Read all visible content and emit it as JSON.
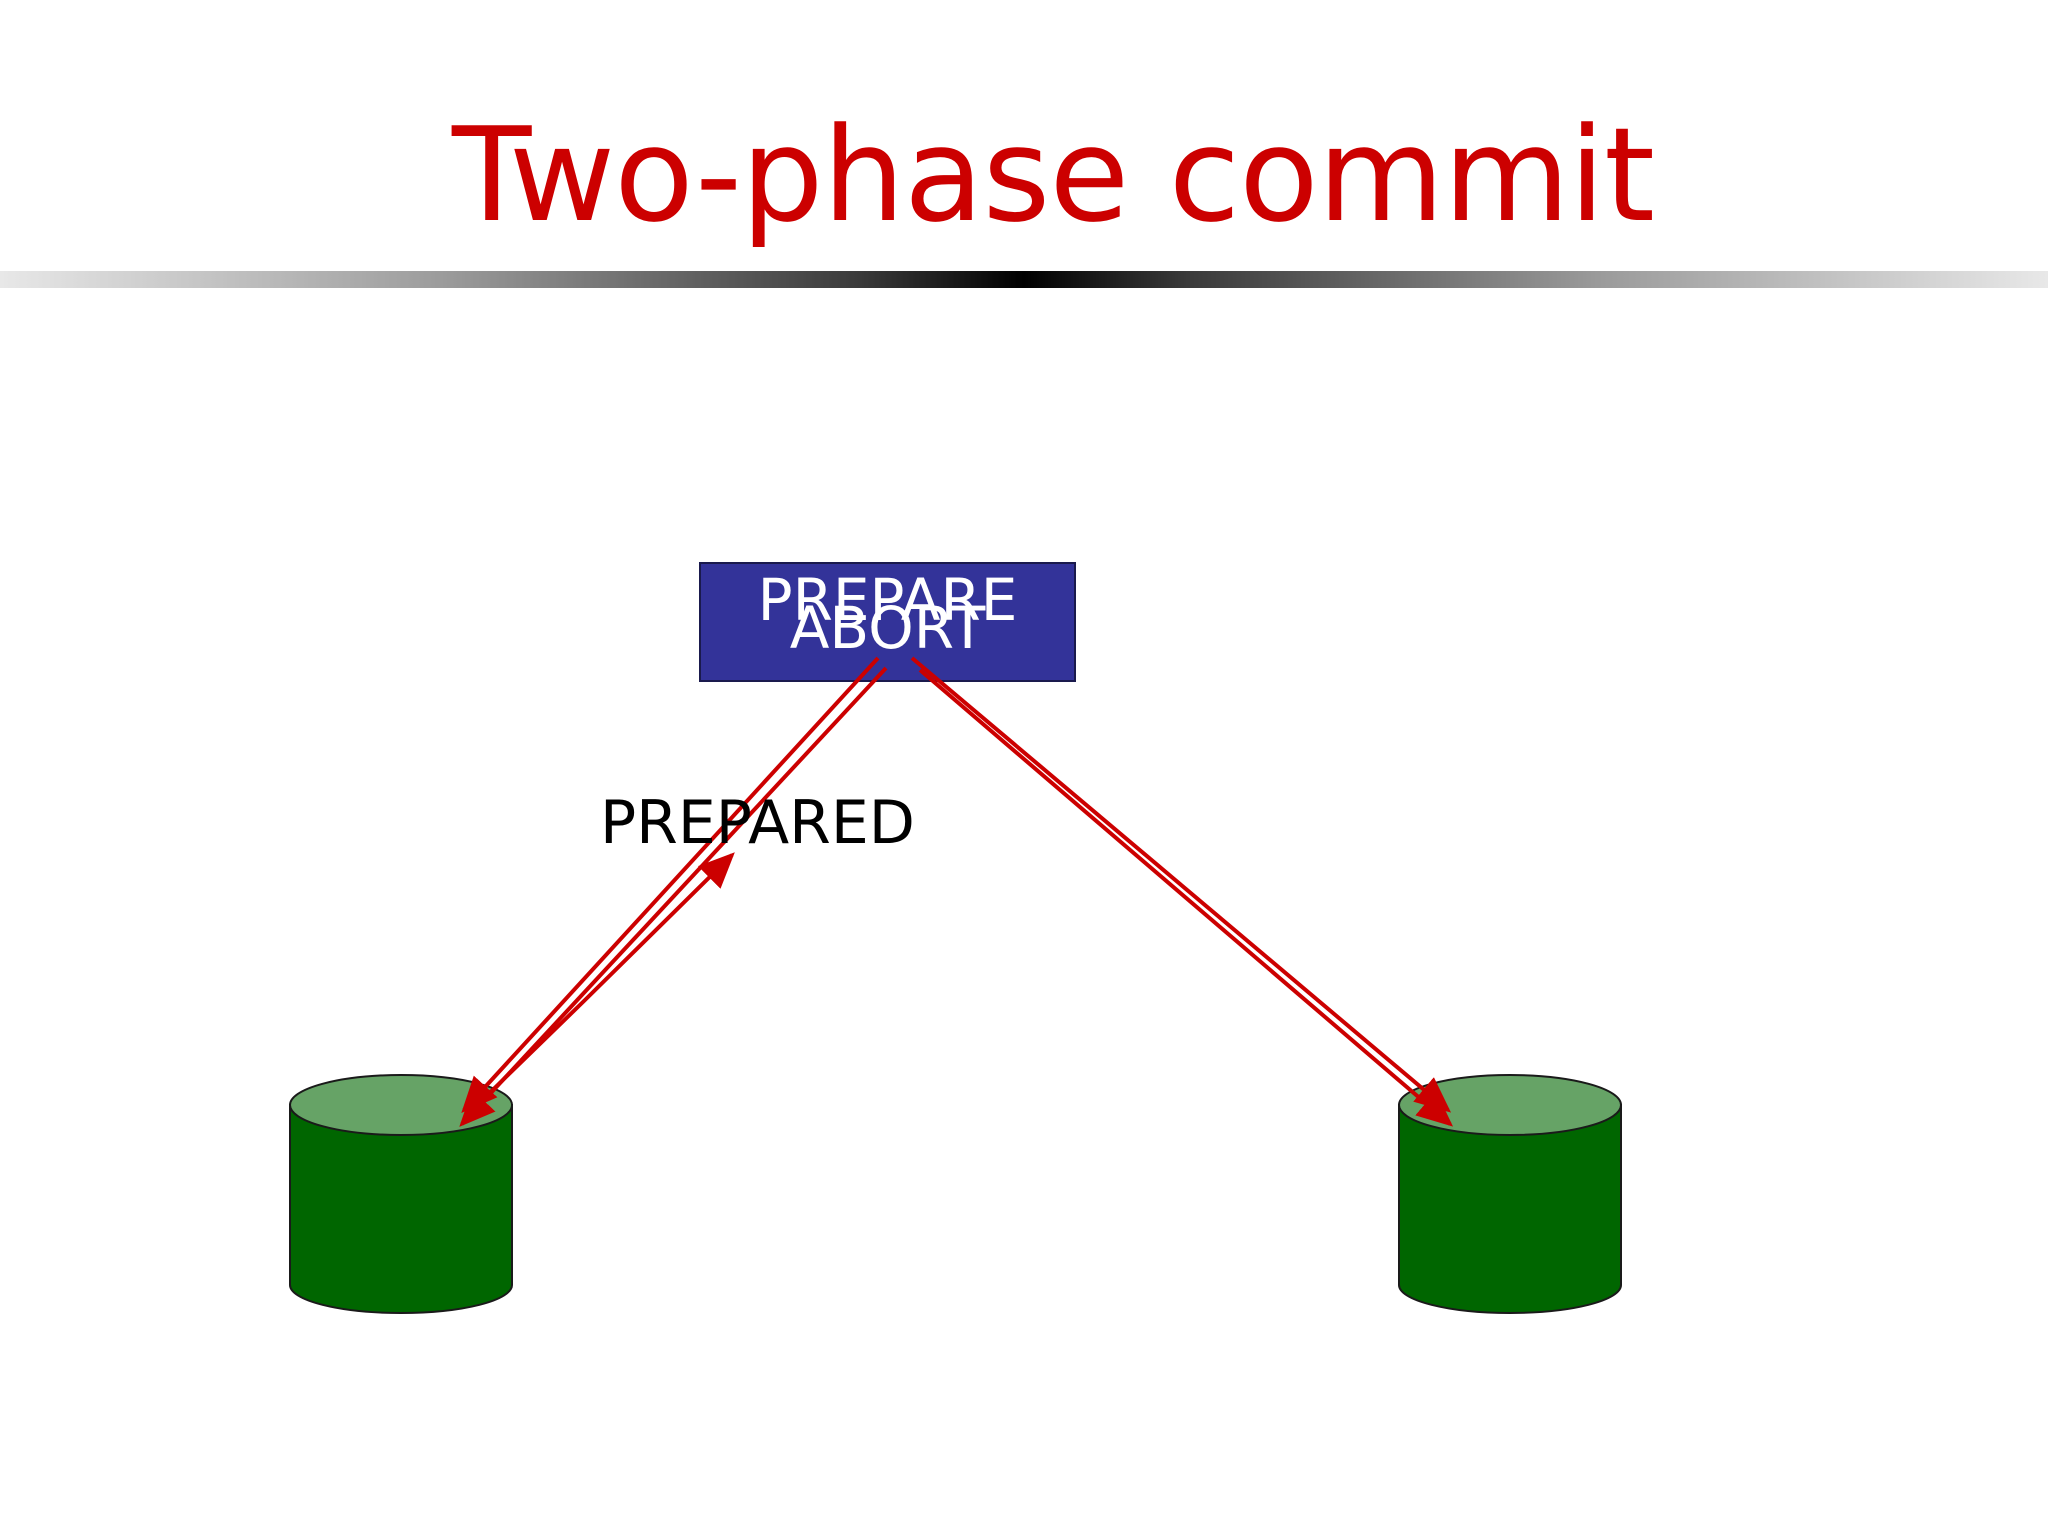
{
  "slide": {
    "title": "Two-phase commit",
    "title_color": "#cc0000",
    "background": "#ffffff"
  },
  "diagram": {
    "coordinator": {
      "messages": [
        "PREPARE",
        "ABORT"
      ],
      "fill": "#333399",
      "text_color": "#ffffff"
    },
    "reply_label": "PREPARED",
    "arrow_color": "#cc0000",
    "participants": [
      {
        "shape": "database-cylinder",
        "fill": "#006600",
        "top_fill": "#66a366"
      },
      {
        "shape": "database-cylinder",
        "fill": "#006600",
        "top_fill": "#66a366"
      }
    ]
  }
}
